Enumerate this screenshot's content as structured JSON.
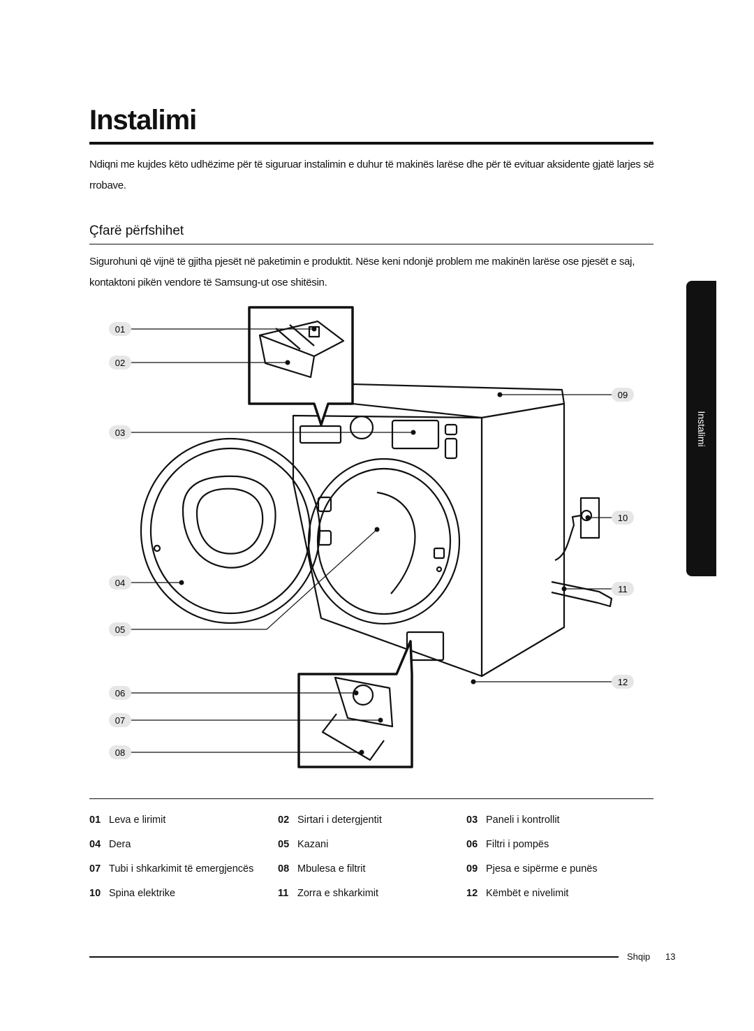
{
  "page": {
    "title": "Instalimi",
    "intro": "Ndiqni me kujdes këto udhëzime për të siguruar instalimin e duhur të makinës larëse dhe për të evituar aksidente gjatë larjes së rrobave.",
    "section_title": "Çfarë përfshihet",
    "section_text": "Sigurohuni që vijnë të gjitha pjesët në paketimin e produktit. Nëse keni ndonjë problem me makinën larëse ose pjesët e saj, kontaktoni pikën vendore të Samsung-ut ose shitësin.",
    "side_tab": "Instalimi"
  },
  "callouts": [
    "01",
    "02",
    "03",
    "04",
    "05",
    "06",
    "07",
    "08",
    "09",
    "10",
    "11",
    "12"
  ],
  "parts": [
    {
      "num": "01",
      "label": "Leva e lirimit"
    },
    {
      "num": "02",
      "label": "Sirtari i detergjentit"
    },
    {
      "num": "03",
      "label": "Paneli i kontrollit"
    },
    {
      "num": "04",
      "label": "Dera"
    },
    {
      "num": "05",
      "label": "Kazani"
    },
    {
      "num": "06",
      "label": "Filtri i pompës"
    },
    {
      "num": "07",
      "label": "Tubi i shkarkimit të emergjencës"
    },
    {
      "num": "08",
      "label": "Mbulesa e filtrit"
    },
    {
      "num": "09",
      "label": "Pjesa e sipërme e punës"
    },
    {
      "num": "10",
      "label": "Spina elektrike"
    },
    {
      "num": "11",
      "label": "Zorra e shkarkimit"
    },
    {
      "num": "12",
      "label": "Këmbët e nivelimit"
    }
  ],
  "footer": {
    "language": "Shqip",
    "page_number": "13"
  }
}
